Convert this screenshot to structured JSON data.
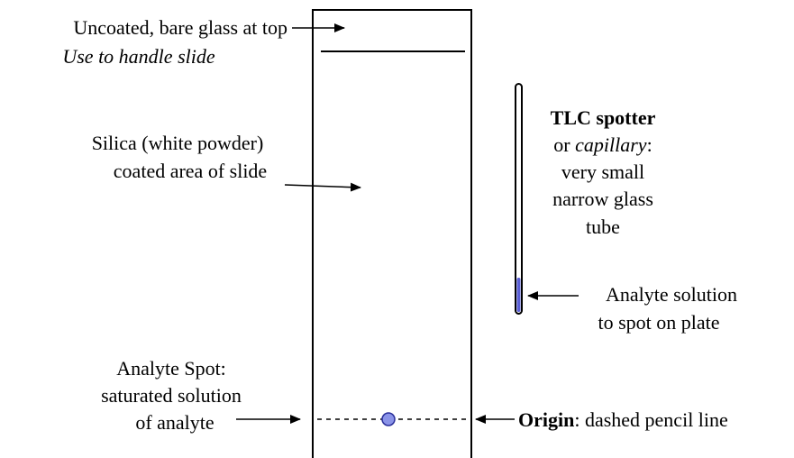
{
  "labels": {
    "bare_glass_line1": "Uncoated, bare glass at top",
    "bare_glass_line2": "Use to handle slide",
    "silica_line1": "Silica (white powder)",
    "silica_line2": "coated area of slide",
    "spotter_title": "TLC spotter",
    "spotter_or": "or ",
    "spotter_capillary": "capillary",
    "spotter_colon": ":",
    "spotter_line3": "very small",
    "spotter_line4": "narrow glass",
    "spotter_line5": "tube",
    "analyte_solution_line1": "Analyte solution",
    "analyte_solution_line2": "to spot on plate",
    "spot_line1": "Analyte Spot:",
    "spot_line2": "saturated solution",
    "spot_line3": "of analyte",
    "origin_bold": "Origin",
    "origin_rest": ": dashed pencil line"
  },
  "colors": {
    "line": "#000000",
    "analyte_fill": "#5a5fd6",
    "spot_fill": "#8a93e8",
    "spot_stroke": "#2a2f9a"
  }
}
